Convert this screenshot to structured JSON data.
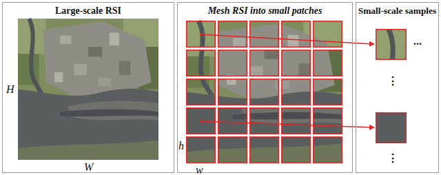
{
  "diagram": {
    "nodes": [
      {
        "text": [
          "Large-scale RSI"
        ]
      },
      {
        "text": [
          "Mesh RSI into small patches"
        ]
      },
      {
        "text": [
          "Small-scale samples"
        ]
      }
    ],
    "labels": [
      "H",
      "W",
      "h",
      "w",
      "...",
      "⋮",
      "⋮"
    ]
  }
}
